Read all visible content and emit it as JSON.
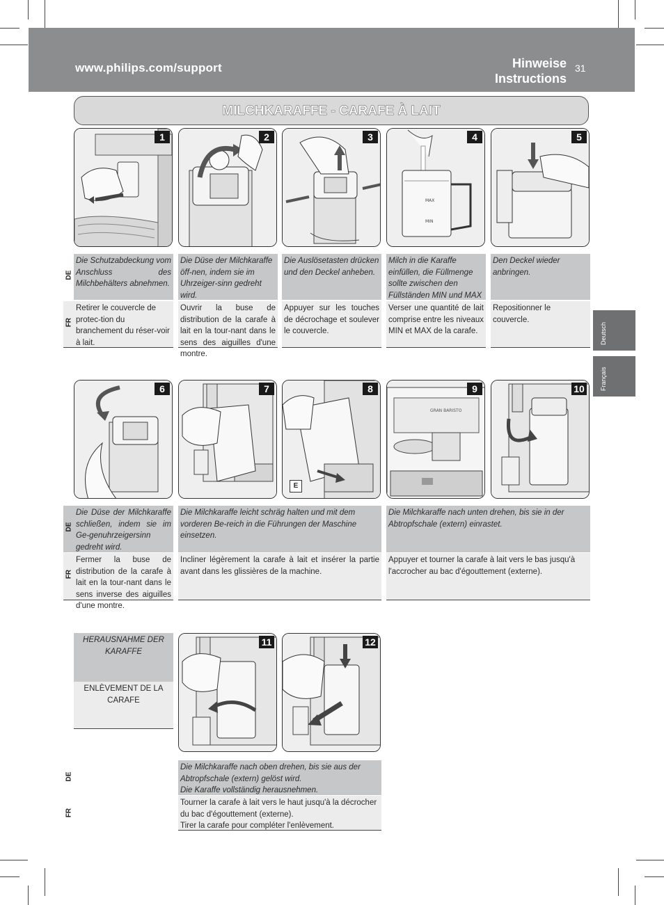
{
  "header": {
    "url": "www.philips.com/support",
    "title_line1": "Hinweise",
    "title_line2": "Instructions",
    "page_number": "31"
  },
  "section_title": "MILCHKARAFFE - CARAFE À LAIT",
  "side_tabs": [
    "Deutsch",
    "Français"
  ],
  "lang": {
    "de": "DE",
    "fr": "FR"
  },
  "row1": {
    "steps": [
      "1",
      "2",
      "3",
      "4",
      "5"
    ],
    "de": [
      "Die Schutzabdeckung vom Anschluss des Milchbehälters abnehmen.",
      "Die Düse der Milchkaraffe öff-nen, indem sie im Uhrzeiger-sinn gedreht wird.",
      "Die Auslösetasten drücken und den Deckel anheben.",
      "Milch in die Karaffe einfüllen, die Füllmenge sollte zwischen den Füllständen MIN und MAX liegen.",
      "Den Deckel wieder anbringen."
    ],
    "fr": [
      "Retirer le couvercle de protec-tion du branchement du réser-voir à lait.",
      "Ouvrir la buse de distribution de la carafe à lait en la tour-nant dans le sens des aiguilles d'une montre.",
      "Appuyer sur les touches de décrochage et soulever le couvercle.",
      "Verser une quantité de lait comprise entre les niveaux MIN et MAX de la carafe.",
      "Repositionner le couvercle."
    ]
  },
  "row2": {
    "steps": [
      "6",
      "7",
      "8",
      "9",
      "10"
    ],
    "panel8_label": "E",
    "de": [
      "Die Düse der Milchkaraffe schließen, indem sie im Ge-genuhrzeigersinn gedreht wird.",
      "Die Milchkaraffe leicht schräg halten und mit dem vorderen Be-reich in die Führungen der Maschine einsetzen.",
      "Die Milchkaraffe nach unten drehen, bis sie in der Abtropfschale (extern) einrastet."
    ],
    "fr": [
      "Fermer la buse de distribution de la carafe à lait en la tour-nant dans le sens inverse des aiguilles d'une montre.",
      "Incliner légèrement la carafe à lait et insérer la partie avant dans les glissières de la machine.",
      "Appuyer et tourner la carafe à lait vers le bas jusqu'à l'accrocher au bac d'égouttement (externe)."
    ]
  },
  "row3": {
    "heading_de": "HERAUSNAHME DER KARAFFE",
    "heading_fr": "ENLÈVEMENT DE LA CARAFE",
    "steps": [
      "11",
      "12"
    ],
    "de_line1": "Die Milchkaraffe nach oben drehen, bis sie aus der Abtropfschale (extern) gelöst wird.",
    "de_line2": "Die Karaffe vollständig herausnehmen.",
    "fr_line1": "Tourner la carafe à lait vers le haut jusqu'à la décrocher du bac d'égouttement (externe).",
    "fr_line2": "Tirer la carafe pour compléter l'enlèvement."
  },
  "illustration_labels": {
    "brand": "GRAN BARISTO",
    "max": "MAX",
    "min": "MIN"
  }
}
